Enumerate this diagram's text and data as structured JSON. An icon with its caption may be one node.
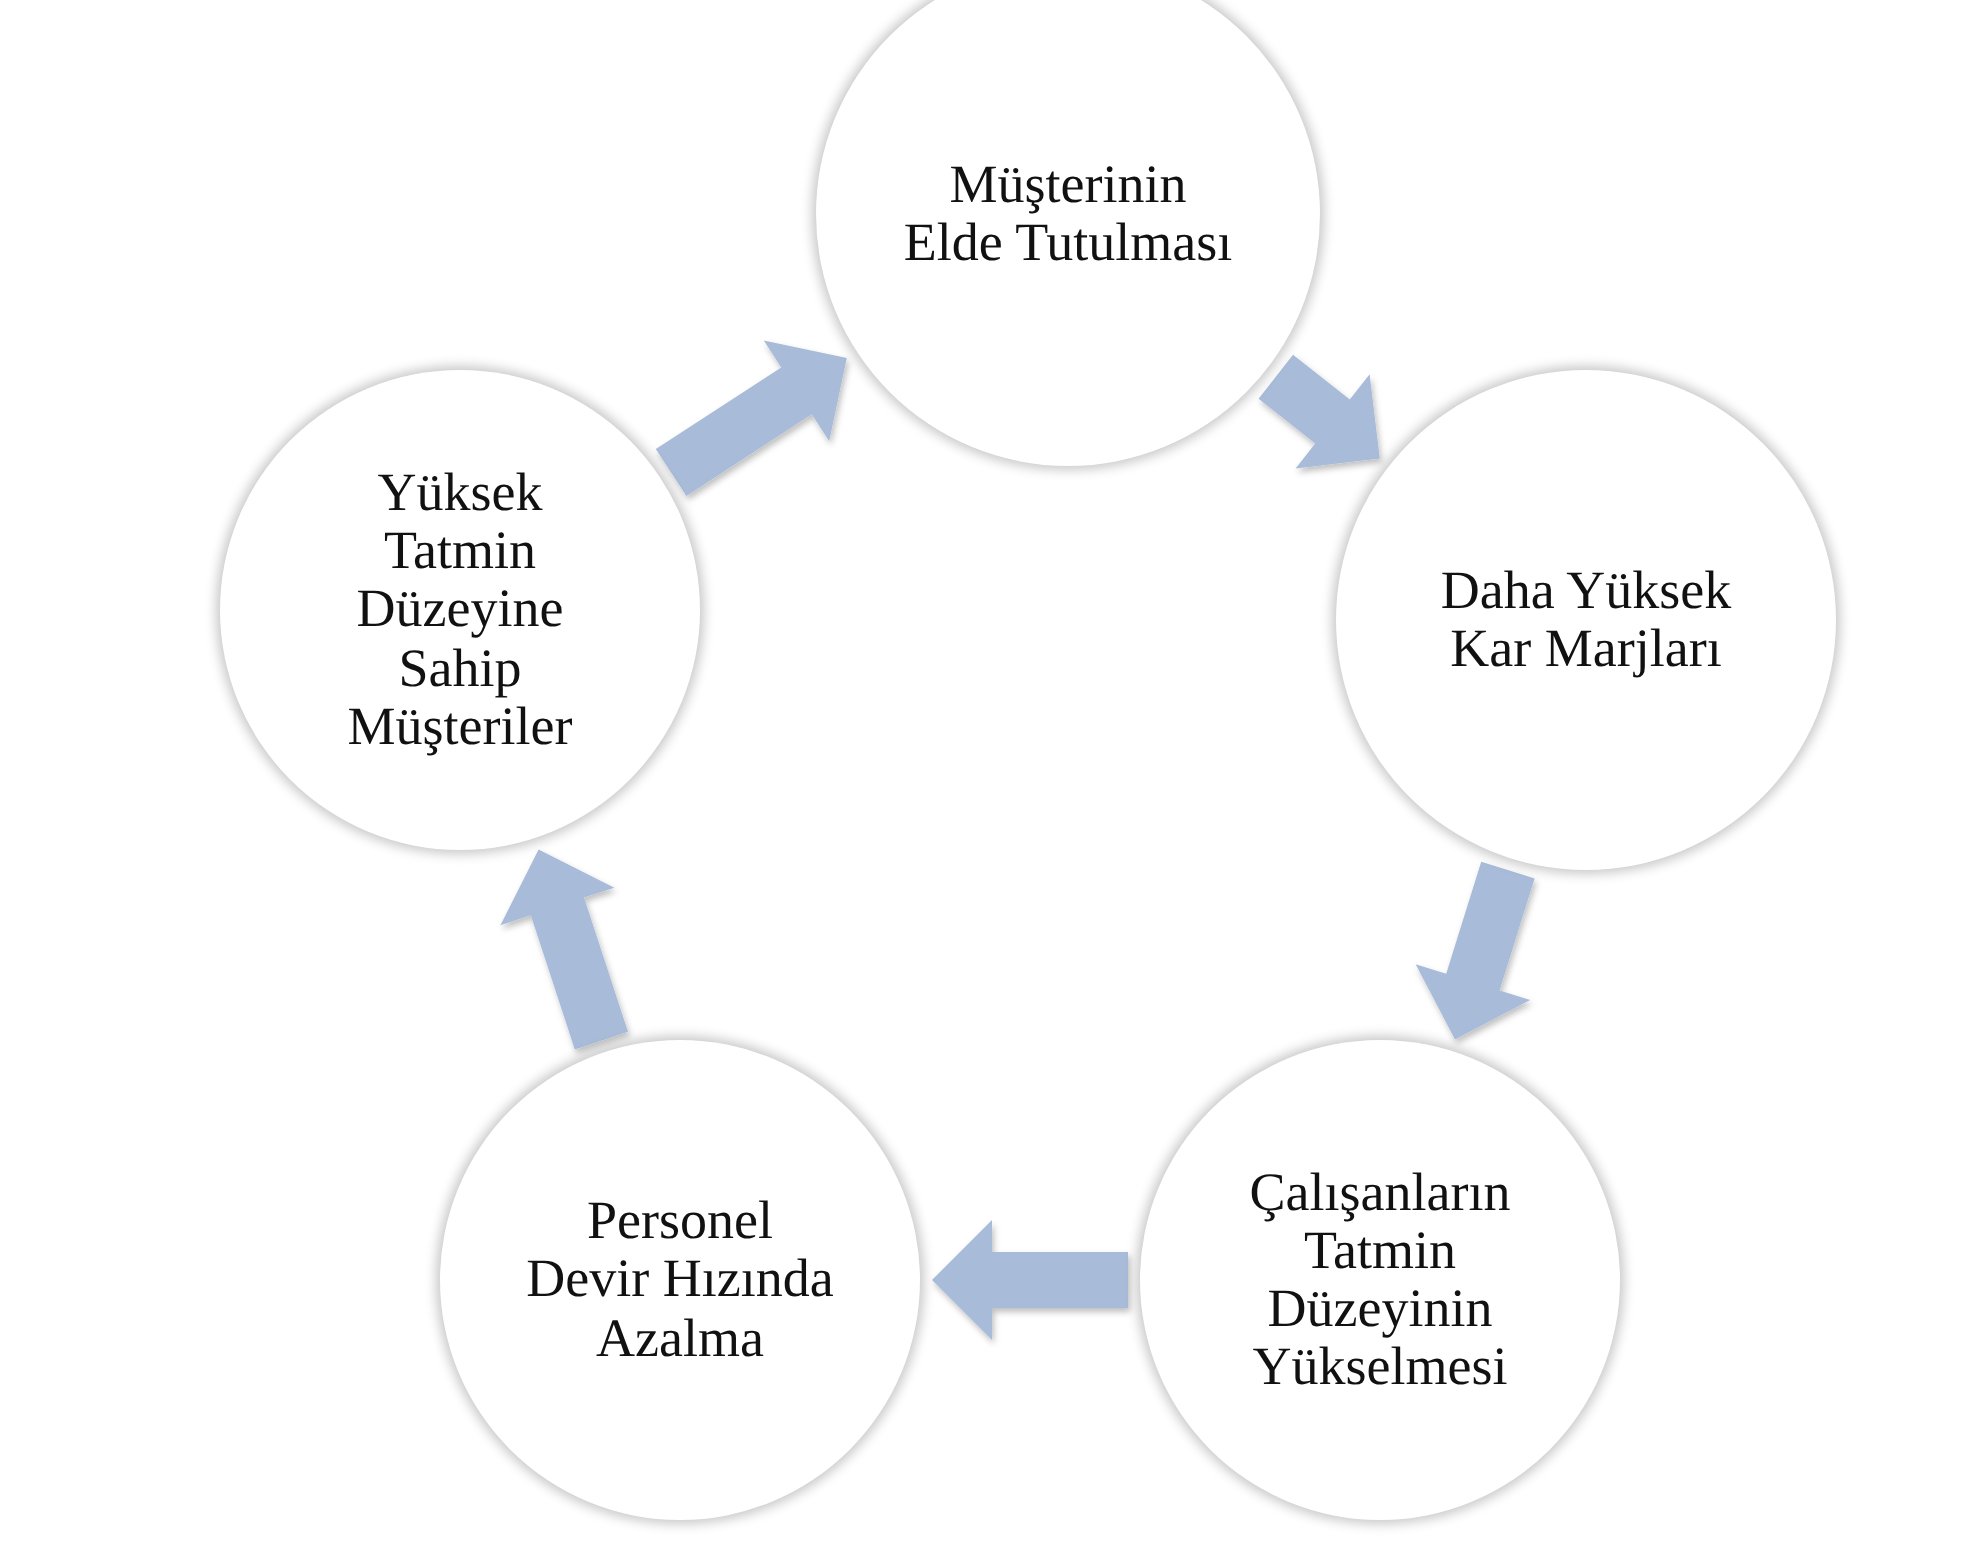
{
  "diagram": {
    "nodes": [
      {
        "text": [
          "Müşterinin Elde Tutulması"
        ]
      },
      {
        "text": [
          "Daha Yüksek Kar Marjları"
        ]
      },
      {
        "text": [
          "Çalışanların Tatmin Düzeyinin Yükselmesi"
        ]
      },
      {
        "text": [
          "Personel Devir Hızında Azalma"
        ]
      },
      {
        "text": [
          "Yüksek Tatmin Düzeyine Sahip Müşteriler"
        ]
      }
    ],
    "edges": [
      {
        "from": 4,
        "to": 0,
        "arrow": "to"
      },
      {
        "from": 0,
        "to": 1,
        "arrow": "to"
      },
      {
        "from": 1,
        "to": 2,
        "arrow": "to"
      },
      {
        "from": 2,
        "to": 3,
        "arrow": "to"
      },
      {
        "from": 3,
        "to": 4,
        "arrow": "to"
      }
    ]
  }
}
